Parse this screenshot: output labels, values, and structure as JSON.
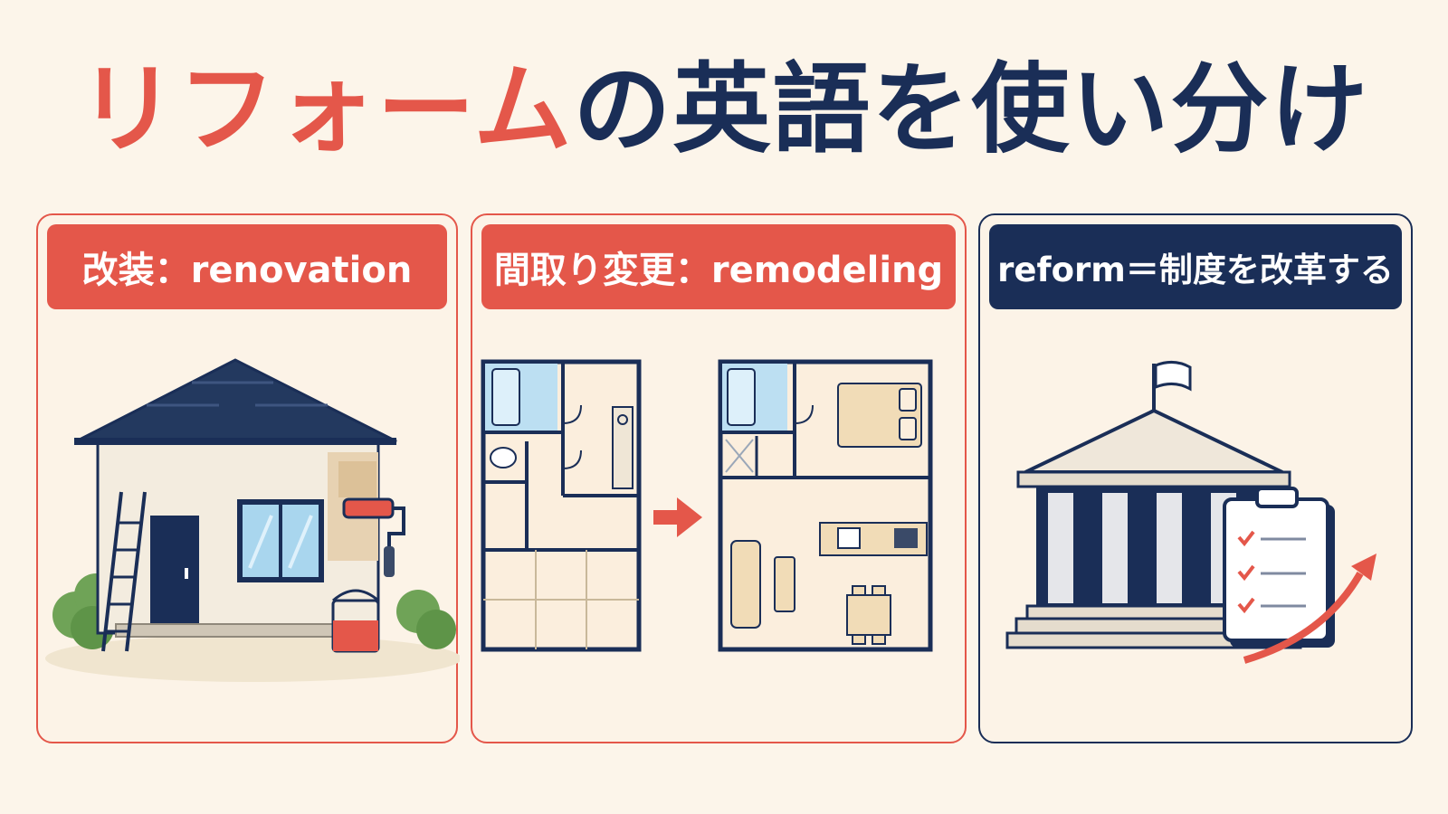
{
  "title": {
    "accent": "リフォーム",
    "rest": "の英語を使い分け"
  },
  "panels": [
    {
      "label": "改装：renovation",
      "illustration": "house-renovation-icon"
    },
    {
      "label": "間取り変更：remodeling",
      "illustration": "floor-plan-before-after-icon"
    },
    {
      "label": "reform＝制度を改革する",
      "illustration": "government-building-checklist-icon"
    }
  ],
  "colors": {
    "accent": "#e4574a",
    "navy": "#1a2e57",
    "background": "#fcf5ea"
  }
}
